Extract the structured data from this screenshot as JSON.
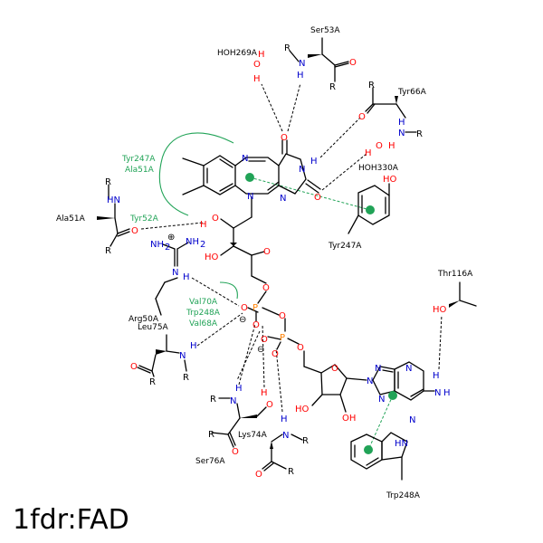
{
  "title": "1fdr:FAD",
  "colors": {
    "carbon_bond": "#000000",
    "nitrogen": "#0000cc",
    "oxygen": "#ff0000",
    "phosphorus": "#ff8000",
    "hydrophobic": "#21a357",
    "pi_ring": "#21a357"
  },
  "residues": {
    "ser53a": "Ser53A",
    "hoh269a": "HOH269A",
    "tyr66a": "Tyr66A",
    "hoh330a": "HOH330A",
    "tyr247a_ring": "Tyr247A",
    "ala51a": "Ala51A",
    "arg50a": "Arg50A",
    "leu75a": "Leu75A",
    "thr116a": "Thr116A",
    "ser76a": "Ser76A",
    "lys74a": "Lys74A",
    "trp248a_ring": "Trp248A"
  },
  "hydrophobic_labels": {
    "contact1": [
      "Tyr247A",
      "Ala51A"
    ],
    "contact2": [
      "Tyr52A"
    ],
    "contact3": [
      "Val70A",
      "Trp248A",
      "Val68A"
    ]
  },
  "atoms": {
    "N": "N",
    "O": "O",
    "H": "H",
    "P": "P",
    "R": "R",
    "HN": "HN",
    "NH2": "NH",
    "NH2_sub": "2",
    "HO": "HO",
    "OH": "OH",
    "plus": "⊕",
    "minus": "⊖"
  }
}
